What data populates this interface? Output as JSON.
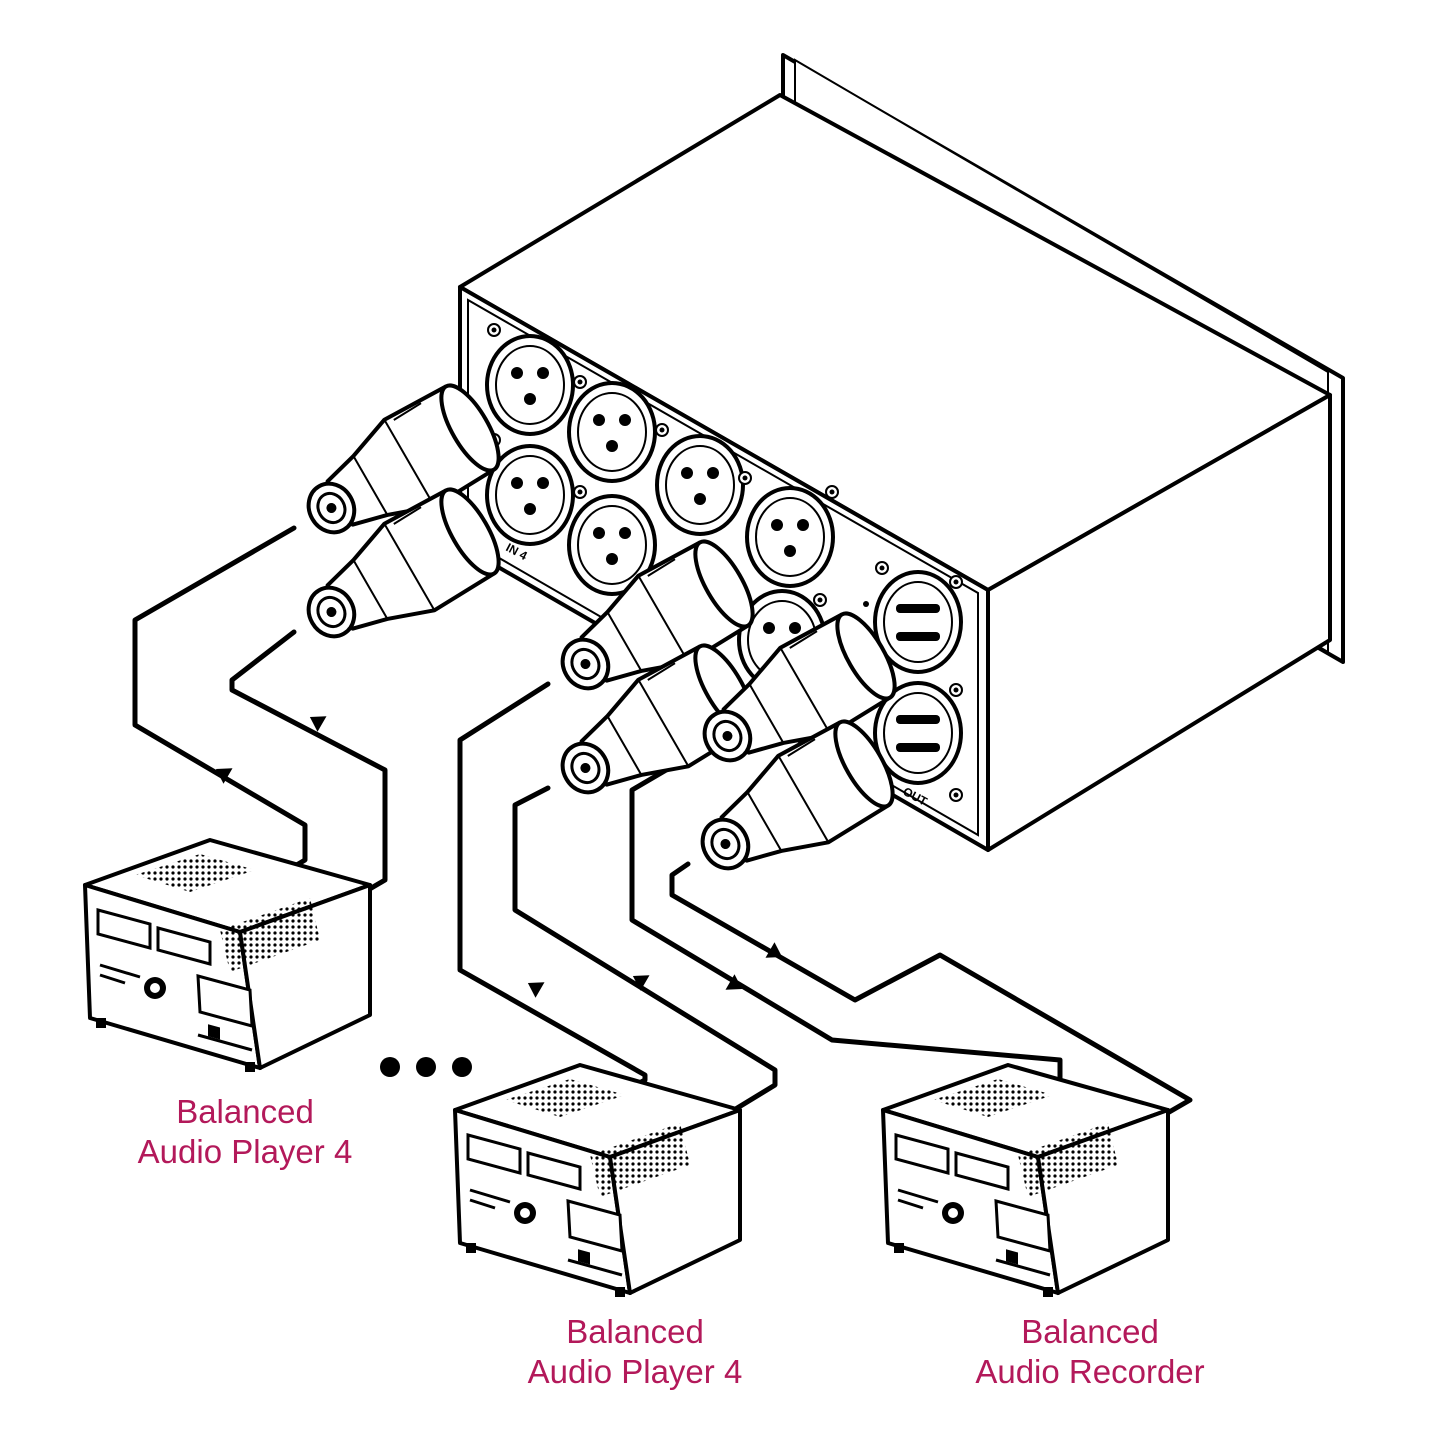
{
  "colors": {
    "label": "#b3195a",
    "line": "#000000",
    "panel": "#ffffff"
  },
  "connector_marks": {
    "top_input": "IN 4",
    "bottom_output": "OUT"
  },
  "labels": {
    "player_left": {
      "line1": "Balanced",
      "line2": "Audio Player 4"
    },
    "player_center": {
      "line1": "Balanced",
      "line2": "Audio Player 4"
    },
    "recorder": {
      "line1": "Balanced",
      "line2": "Audio Recorder"
    }
  },
  "icons": [
    "xlr-female-socket-icon",
    "xlr-male-socket-icon",
    "xlr-plug-icon",
    "audio-deck-icon",
    "signal-arrow-icon",
    "ellipsis-icon"
  ]
}
